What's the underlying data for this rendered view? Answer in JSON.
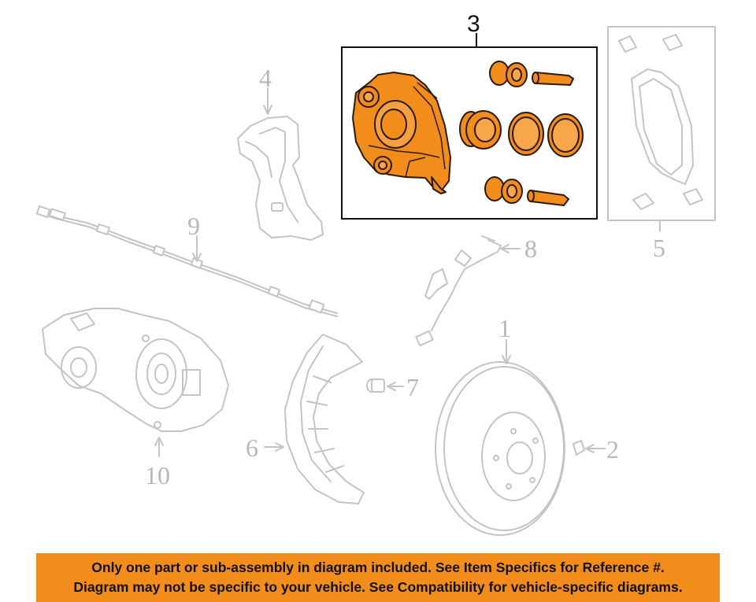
{
  "colors": {
    "highlight": "#F28C1A",
    "ghost_line": "#C4C4C4",
    "callout_text": "#B8B8B8",
    "notice_background": "#F28C1A",
    "notice_text": "#111111"
  },
  "callouts": {
    "c1": "1",
    "c2": "2",
    "c3": "3",
    "c4": "4",
    "c5": "5",
    "c6": "6",
    "c7": "7",
    "c8": "8",
    "c9": "9",
    "c10": "10"
  },
  "notice": {
    "line1": "Only one part or sub-assembly in diagram included. See Item Specifics for Reference #.",
    "line2": "Diagram may not be specific to your vehicle. See Compatibility for vehicle-specific diagrams."
  }
}
